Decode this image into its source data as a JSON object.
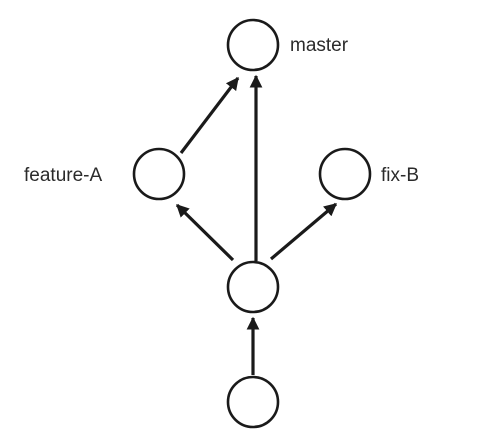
{
  "diagram": {
    "labels": {
      "master": "master",
      "feature_a": "feature-A",
      "fix_b": "fix-B"
    },
    "colors": {
      "stroke": "#1a1a1a",
      "text": "#2b2b2b",
      "background": "#ffffff"
    }
  }
}
